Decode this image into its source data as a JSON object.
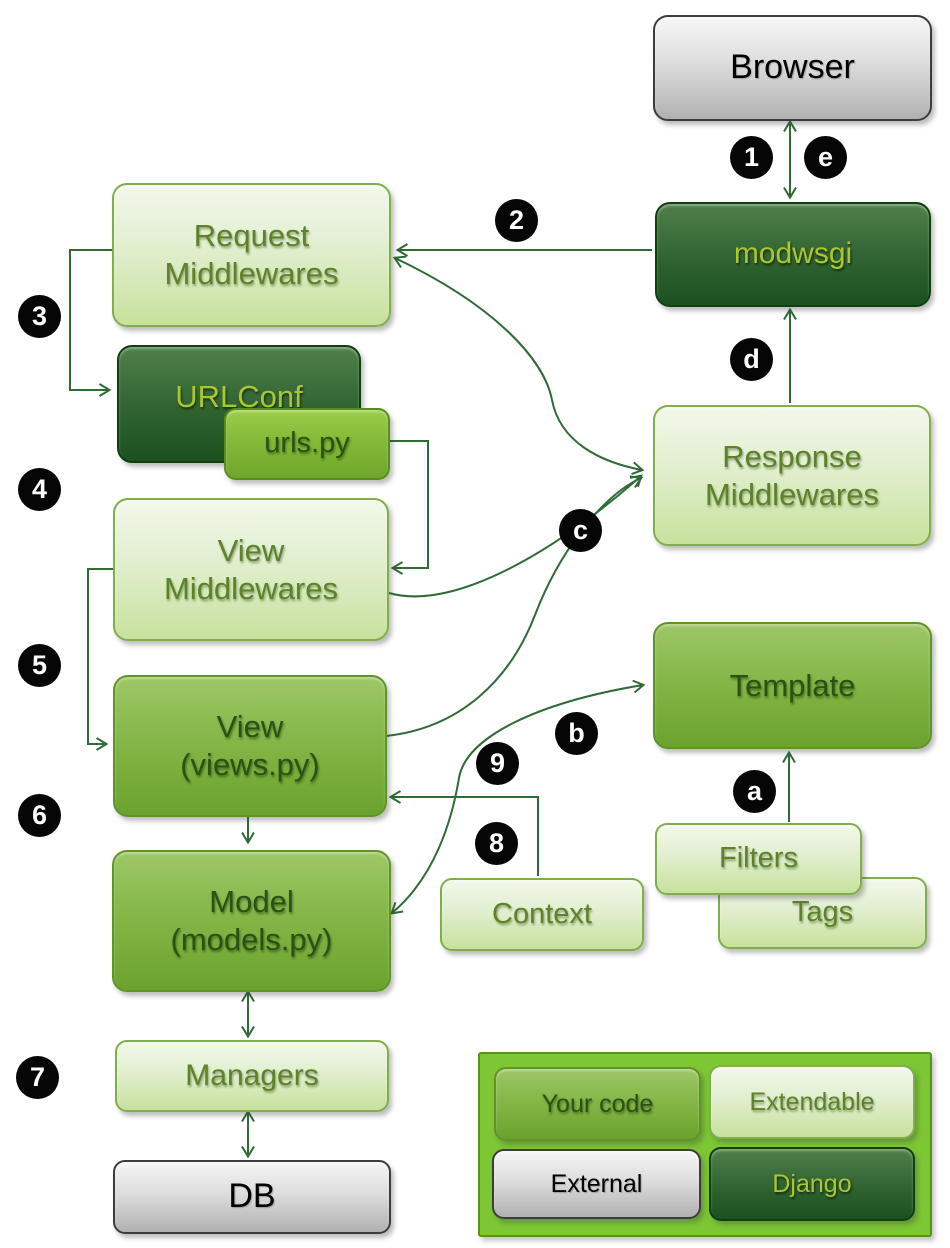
{
  "boxes": {
    "browser": {
      "label": "Browser"
    },
    "modwsgi": {
      "label": "modwsgi"
    },
    "request_middlewares": {
      "label": "Request\nMiddlewares"
    },
    "urlconf": {
      "label": "URLConf"
    },
    "urls_py": {
      "label": "urls.py"
    },
    "view_middlewares": {
      "label": "View\nMiddlewares"
    },
    "view": {
      "label": "View\n(views.py)"
    },
    "model": {
      "label": "Model\n(models.py)"
    },
    "managers": {
      "label": "Managers"
    },
    "db": {
      "label": "DB"
    },
    "response_middlewares": {
      "label": "Response\nMiddlewares"
    },
    "template": {
      "label": "Template"
    },
    "filters": {
      "label": "Filters"
    },
    "tags": {
      "label": "Tags"
    },
    "context": {
      "label": "Context"
    }
  },
  "badges": {
    "n1": "1",
    "n2": "2",
    "n3": "3",
    "n4": "4",
    "n5": "5",
    "n6": "6",
    "n7": "7",
    "n8": "8",
    "n9": "9",
    "a": "a",
    "b": "b",
    "c": "c",
    "d": "d",
    "e": "e"
  },
  "legend": {
    "your_code": {
      "label": "Your code"
    },
    "extendable": {
      "label": "Extendable"
    },
    "external": {
      "label": "External"
    },
    "django": {
      "label": "Django"
    }
  },
  "colors": {
    "box_light": "#d9ebb9",
    "box_medium": "#7fb340",
    "box_dark": "#2c5e2e",
    "box_gray": "#d4d4d4",
    "arrow": "#2e6b35",
    "badge_bg": "#000000",
    "badge_text": "#ffffff",
    "legend_bg": "#7cc733",
    "text_on_light": "#5d8229",
    "text_on_medium": "#2b5214",
    "text_on_dark": "#abc72f",
    "text_on_gray": "#000000"
  }
}
